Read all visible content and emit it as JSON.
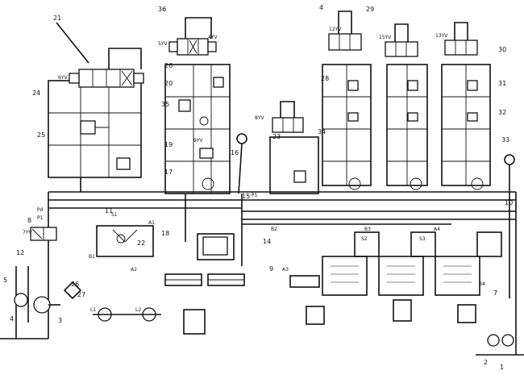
{
  "diagram": {
    "labels_left": [
      "21",
      "24",
      "25",
      "6YV",
      "7YV",
      "11",
      "22",
      "12",
      "18",
      "8",
      "5",
      "27",
      "26",
      "3",
      "Pd",
      "P1",
      "4",
      "2",
      "1"
    ],
    "labels_mid": [
      "36",
      "5YV",
      "4YV",
      "26",
      "20",
      "35",
      "19",
      "9YV",
      "17",
      "16",
      "15",
      "14",
      "9"
    ],
    "labels_right": [
      "4",
      "8YV",
      "29",
      "15YV",
      "12YV",
      "13YV",
      "30",
      "31",
      "32",
      "33",
      "23",
      "28",
      "34",
      "7",
      "10"
    ],
    "tags": [
      "A1",
      "A2",
      "A3",
      "A4",
      "B1",
      "B2",
      "B3",
      "B4",
      "L1",
      "L2",
      "P1",
      "S1",
      "S2",
      "S3"
    ]
  }
}
